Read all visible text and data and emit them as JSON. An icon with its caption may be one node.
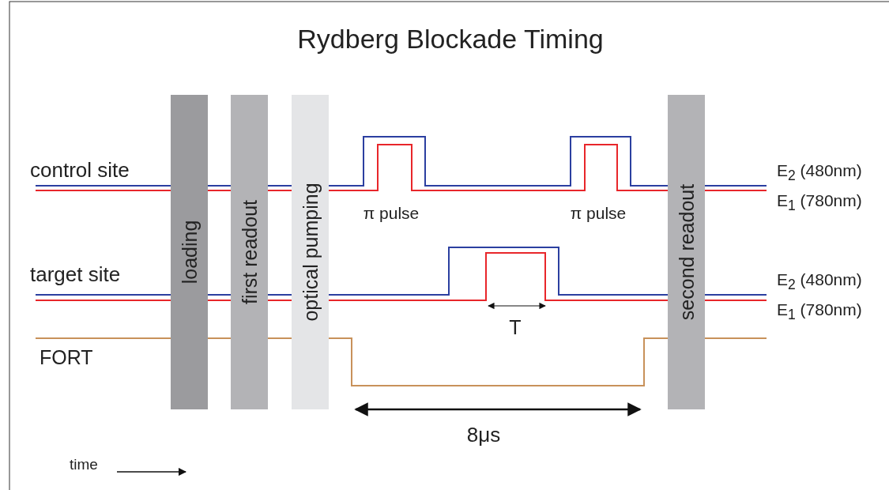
{
  "diagram": {
    "title": "Rydberg Blockade Timing",
    "nodes": [
      {
        "text": [
          "loading"
        ]
      },
      {
        "text": [
          "first readout"
        ]
      },
      {
        "text": [
          "optical pumping"
        ]
      },
      {
        "text": [
          "second readout"
        ]
      }
    ],
    "labels": [
      "control site",
      "E$_{2}$ (480nm)",
      "E$_{1}$ (780nm)",
      "π pulse",
      "π pulse",
      "target site",
      "E$_{2}$ (480nm)",
      "E$_{1}$ (780nm)",
      "FORT",
      "T",
      "8μs",
      "time"
    ]
  }
}
